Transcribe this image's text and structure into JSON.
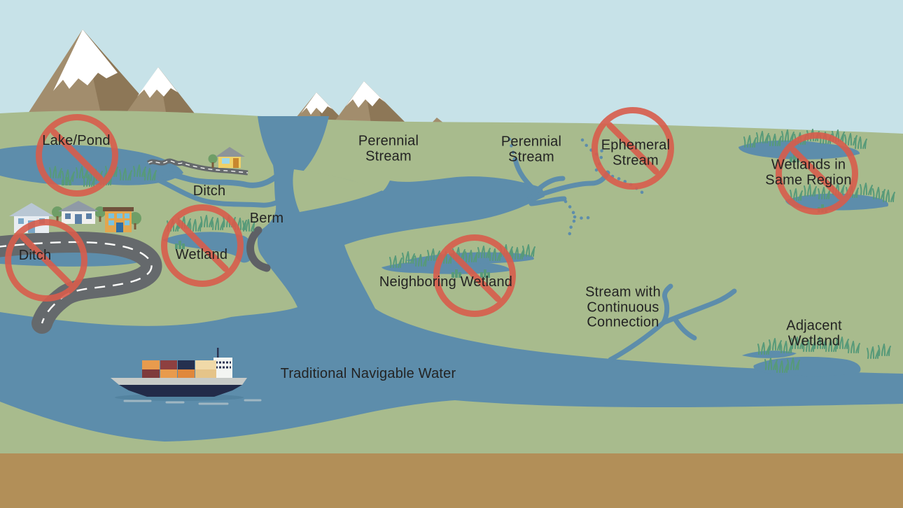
{
  "colors": {
    "sky": "#c7e2e8",
    "land": "#a8bb8d",
    "water": "#5d8dab",
    "soil": "#b28f58",
    "mountain": "#a28d6d",
    "mountain_shade": "#8d7757",
    "snow": "#ffffff",
    "road": "#65696c",
    "berm": "#5e6065",
    "marsh_grass": "#579a79",
    "prohibition": "#d85d4c",
    "label_text": "#232323"
  },
  "labels": {
    "lake_pond": {
      "text": "Lake/Pond",
      "prohibited": true
    },
    "ditch_upper": {
      "text": "Ditch",
      "prohibited": false
    },
    "ditch_left": {
      "text": "Ditch",
      "prohibited": true
    },
    "wetland": {
      "text": "Wetland",
      "prohibited": true
    },
    "berm": {
      "text": "Berm",
      "prohibited": false
    },
    "perennial_stream_left": {
      "text": "Perennial\nStream",
      "prohibited": false
    },
    "perennial_stream_right": {
      "text": "Perennial\nStream",
      "prohibited": false
    },
    "ephemeral_stream": {
      "text": "Ephemeral\nStream",
      "prohibited": true
    },
    "wetlands_same_region": {
      "text": "Wetlands in Same Region",
      "prohibited": true
    },
    "neighboring_wetland": {
      "text": "Neighboring Wetland",
      "prohibited": true
    },
    "stream_continuous_connection": {
      "text": "Stream with\nContinuous\nConnection",
      "prohibited": false
    },
    "adjacent_wetland": {
      "text": "Adjacent\nWetland",
      "prohibited": false
    },
    "traditional_navigable_water": {
      "text": "Traditional Navigable Water",
      "prohibited": false
    }
  }
}
